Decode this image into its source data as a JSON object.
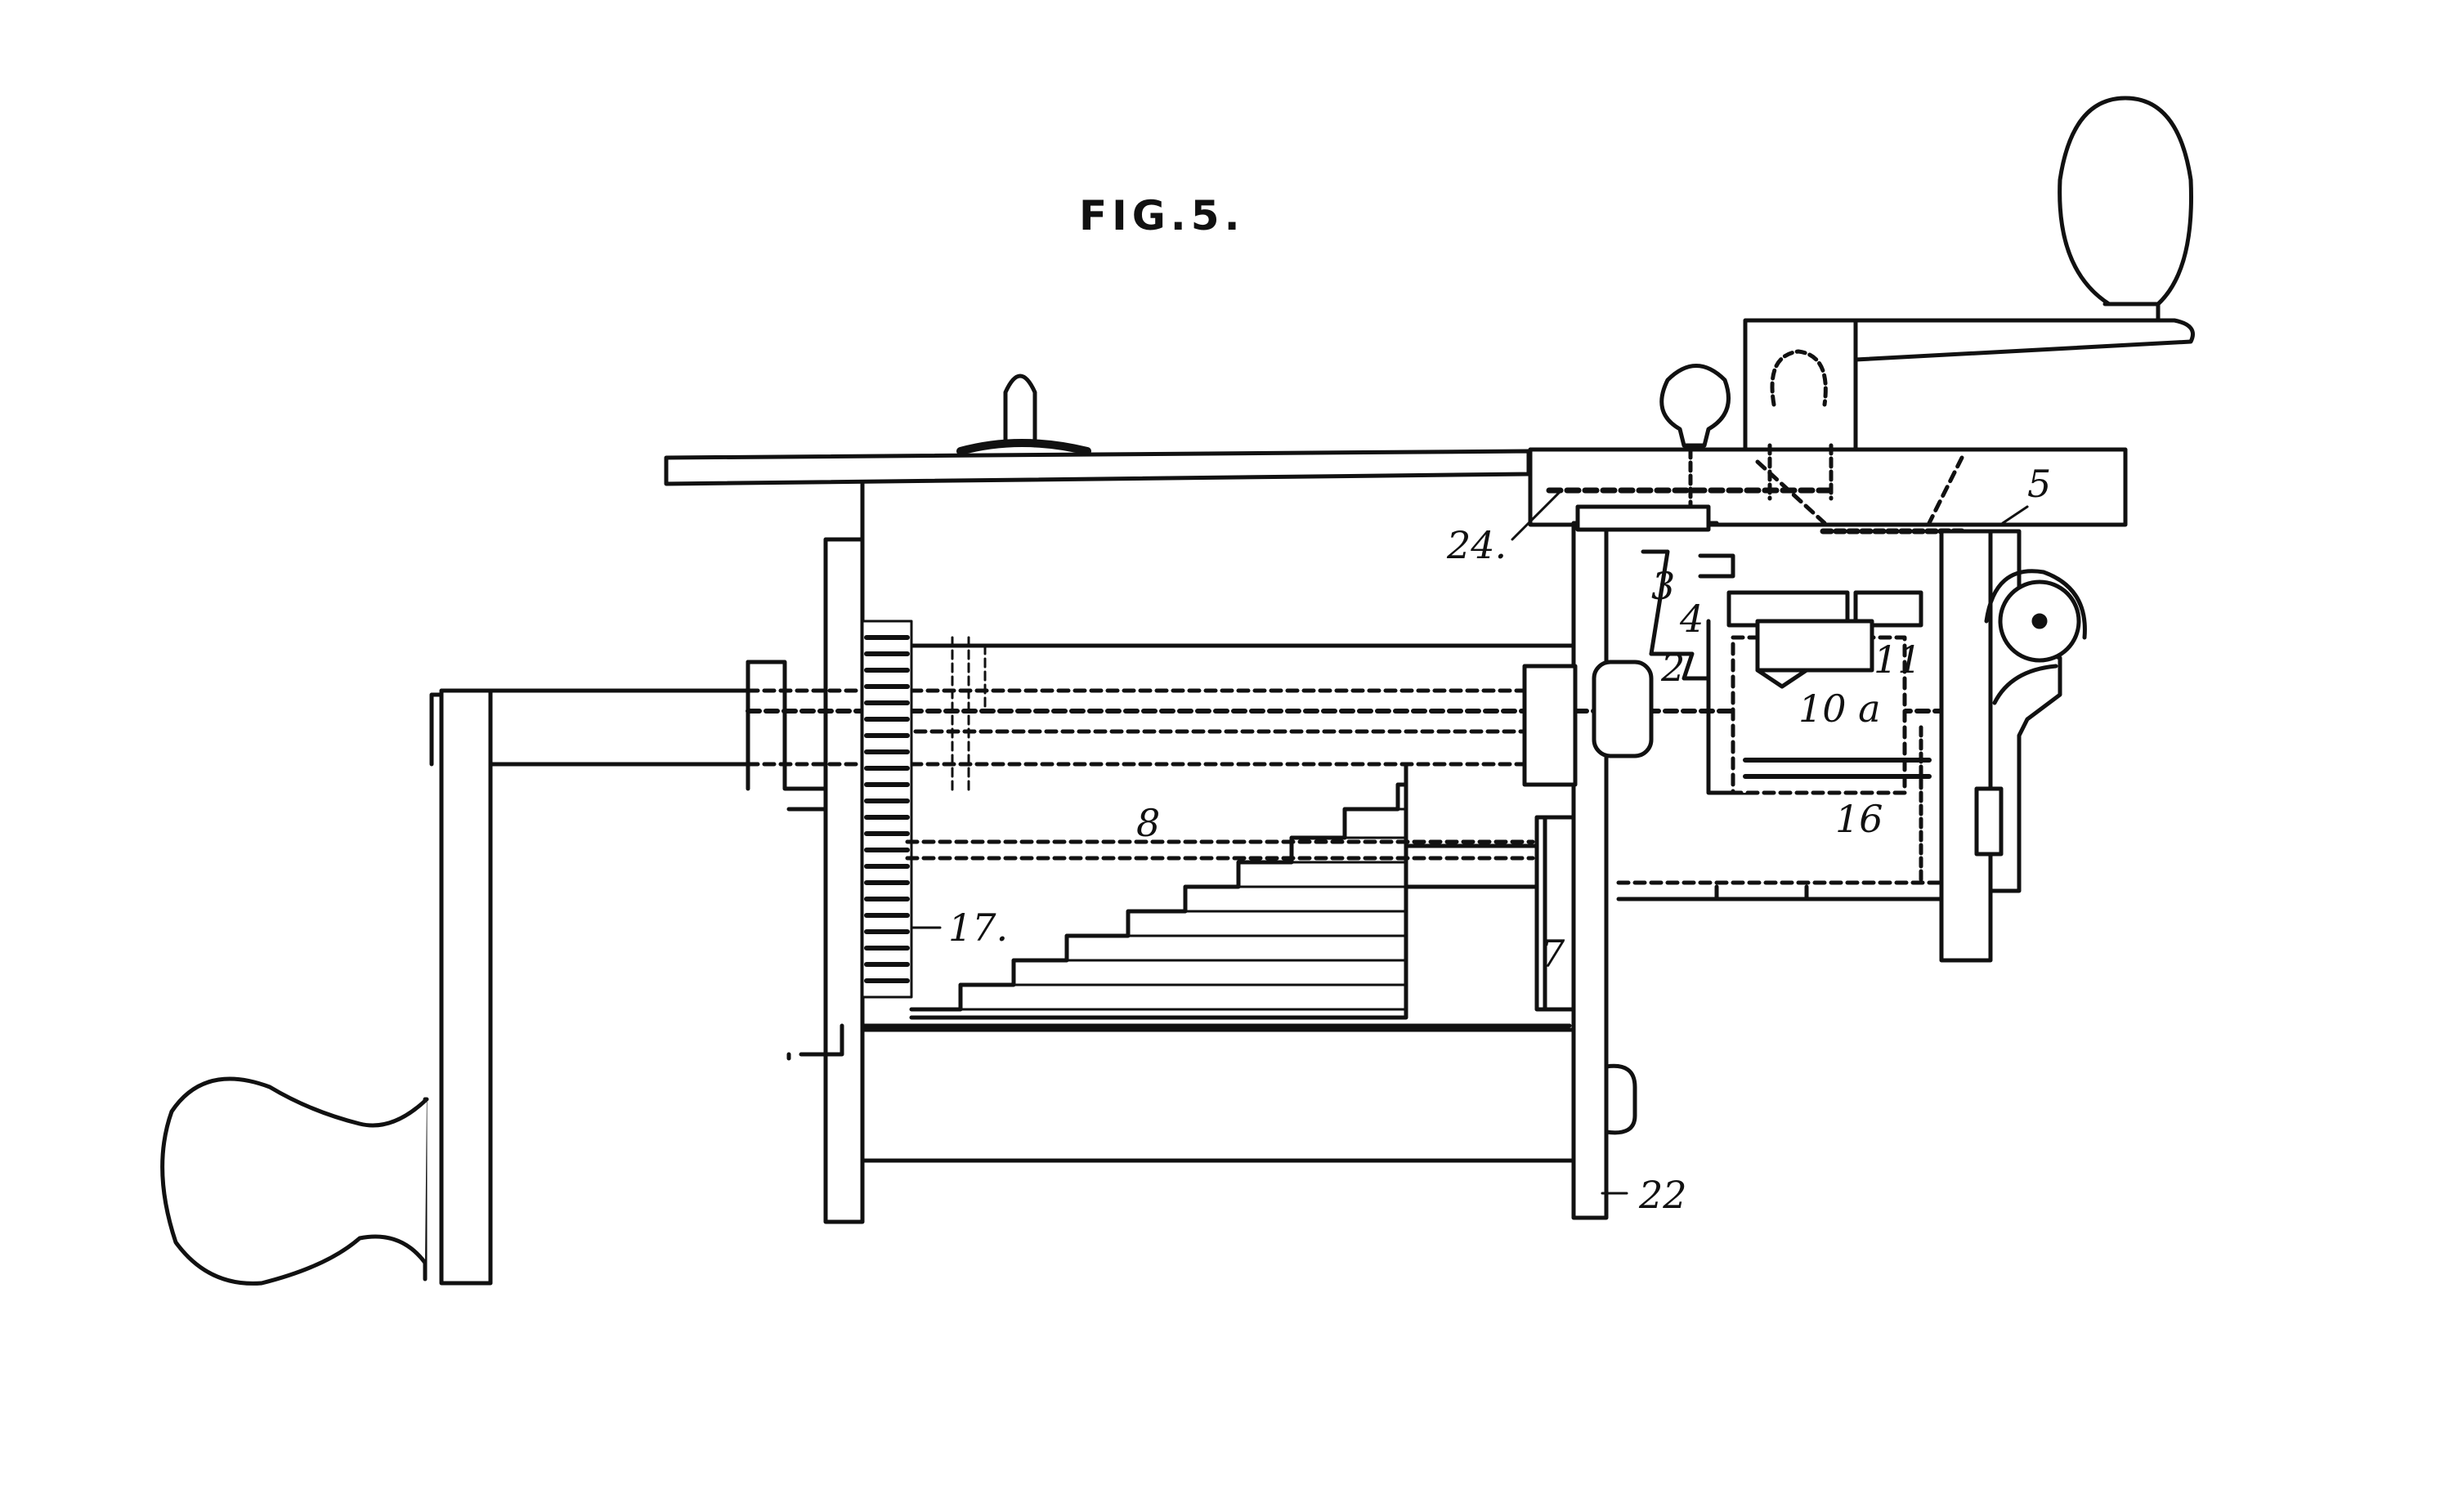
{
  "figure": {
    "title": "FIG.5.",
    "reference_labels": {
      "r24": "24.",
      "r5": "5",
      "r3": "3",
      "r4": "4",
      "r2": "2",
      "r11": "11",
      "r10a": "10 a",
      "r16": "16",
      "r8": "8",
      "r17": "17.",
      "r7": "7",
      "r22": "22"
    }
  },
  "colors": {
    "ink": "#111111",
    "paper": "#ffffff"
  }
}
